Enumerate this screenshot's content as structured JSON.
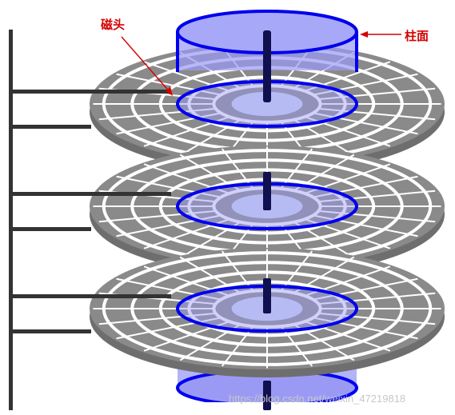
{
  "labels": {
    "head": "磁头",
    "cylinder": "柱面"
  },
  "watermark": "https://blog.csdn.net/weixin_47219818",
  "colors": {
    "platter": "#8a8a8a",
    "track_gap": "#ffffff",
    "cylinder_fill": "#9a9af5",
    "cylinder_stroke": "#0000ee",
    "spindle": "#101050",
    "arm": "#333333",
    "label": "#d40000"
  },
  "structure": {
    "platter_count": 3,
    "tracks_per_platter": 5,
    "sectors_per_platter": 24
  }
}
